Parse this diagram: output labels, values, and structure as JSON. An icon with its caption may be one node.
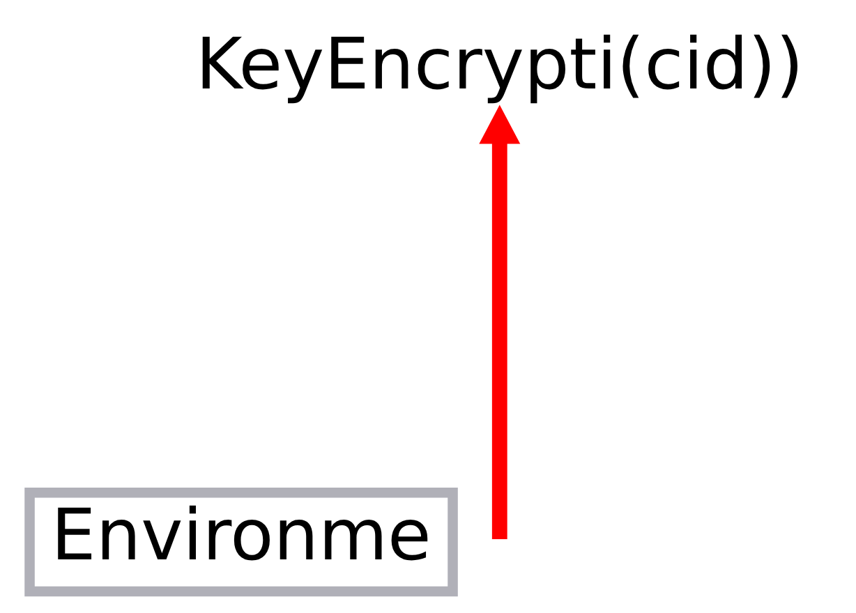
{
  "diagram": {
    "nodes": [
      {
        "text": [
          "Environme"
        ]
      },
      {
        "text": [
          "KeyEncrypti(cid))"
        ]
      }
    ],
    "edges": [
      {
        "from": null,
        "to": 1,
        "arrow": "to",
        "color": "#ff0000"
      }
    ]
  }
}
